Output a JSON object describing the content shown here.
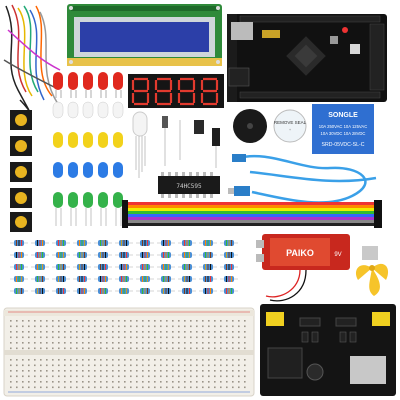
{
  "kit": {
    "relay": {
      "brand": "SONGLE",
      "rating_1": "10A 250VAC  10A 125VAC",
      "rating_2": "10A 30VDC  10A 28VDC",
      "model": "SRD-05VDC-SL-C"
    },
    "buzzer": {
      "label": "REMOVE SEAL"
    },
    "battery": {
      "brand": "PAIKO",
      "voltage": "9V"
    },
    "chip": {
      "label": "74HC595"
    }
  },
  "colors": {
    "lcd_screen": "#2c3fa8",
    "lcd_pcb": "#2f8a3a",
    "mega_board": "#111111",
    "relay_blue": "#2f6fd1",
    "usb_cable": "#3aa0e8",
    "battery_red": "#c8281e",
    "fan_yellow": "#f6c42a",
    "breadboard": "#f2efe8",
    "psu_board": "#141414",
    "led_red": "#e0281e",
    "led_yellow": "#f2d21b",
    "led_blue": "#2c7be5",
    "led_green": "#34b24a",
    "led_white": "#f4f4f4",
    "button_cap": "#e8b420",
    "resistor_body": "#4a8fd6"
  },
  "icons": [
    "jumper-wire-bundle-icon",
    "led-icon",
    "push-button-icon",
    "resistor-icon",
    "potentiometer-icon"
  ]
}
